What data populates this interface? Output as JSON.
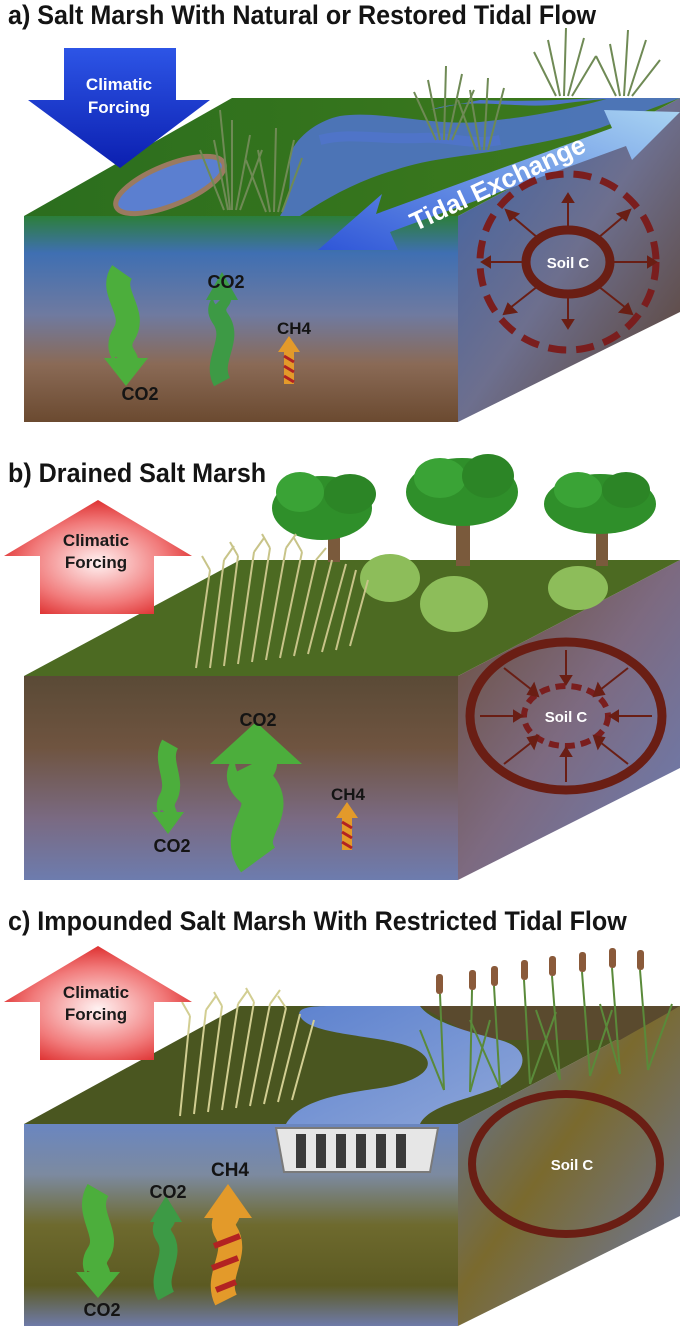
{
  "panel_a": {
    "title": "a) Salt Marsh With Natural or Restored Tidal Flow",
    "forcing_label_line1": "Climatic",
    "forcing_label_line2": "Forcing",
    "tidal_label": "Tidal Exchange",
    "soil_label": "Soil C",
    "flux_co2_down": "CO2",
    "flux_co2_up": "CO2",
    "flux_ch4": "CH4",
    "forcing_color": "#1e3fd8",
    "ring_style": "dashed, expanding"
  },
  "panel_b": {
    "title": "b) Drained Salt Marsh",
    "forcing_label_line1": "Climatic",
    "forcing_label_line2": "Forcing",
    "soil_label": "Soil C",
    "flux_co2_down": "CO2",
    "flux_co2_up": "CO2",
    "flux_ch4": "CH4",
    "forcing_color": "#e02a2a",
    "ring_style": "solid outer, dashed inner, contracting"
  },
  "panel_c": {
    "title": "c) Impounded Salt Marsh With Restricted Tidal Flow",
    "forcing_label_line1": "Climatic",
    "forcing_label_line2": "Forcing",
    "soil_label": "Soil C",
    "flux_co2_down": "CO2",
    "flux_co2_up": "CO2",
    "flux_ch4": "CH4",
    "forcing_color": "#e02a2a",
    "ring_style": "solid"
  },
  "icons": [
    "down-arrow-icon",
    "up-arrow-icon",
    "culvert-icon",
    "tree-icon",
    "shrub-icon",
    "cattail-icon",
    "grass-icon"
  ]
}
